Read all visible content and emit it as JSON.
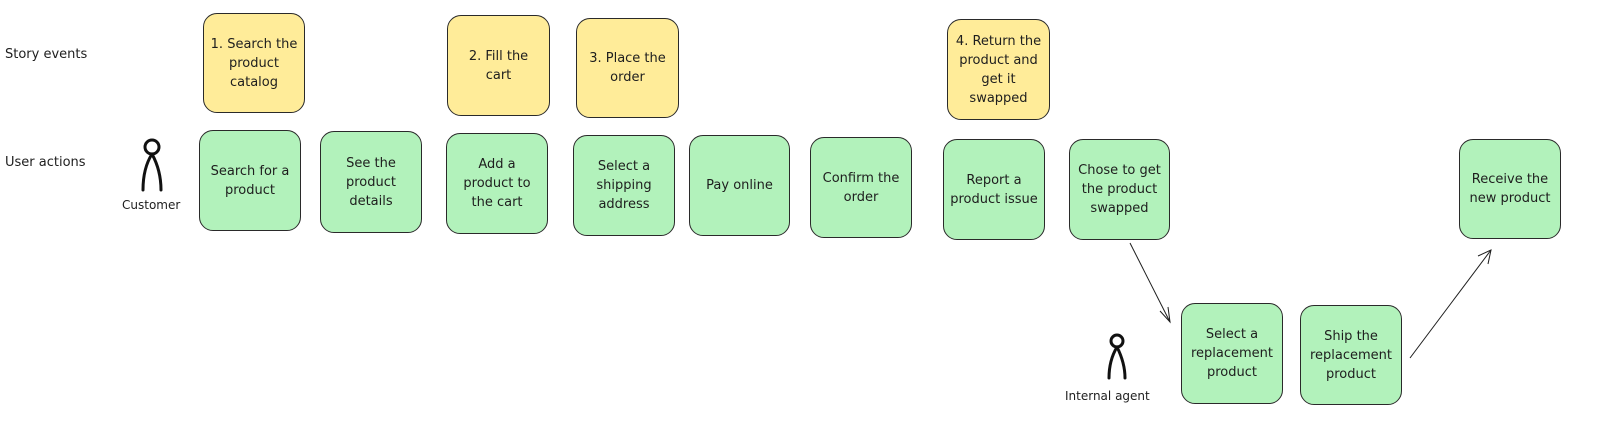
{
  "lanes": {
    "story_events": "Story events",
    "user_actions": "User actions"
  },
  "actors": {
    "customer": "Customer",
    "agent": "Internal agent"
  },
  "story_events": [
    "1. Search the\nproduct\ncatalog",
    "2. Fill the\ncart",
    "3. Place the\norder",
    "4. Return the\nproduct and\nget it\nswapped"
  ],
  "user_actions": [
    "Search for a\nproduct",
    "See the\nproduct\ndetails",
    "Add a\nproduct to\nthe cart",
    "Select a\nshipping\naddress",
    "Pay online",
    "Confirm the\norder",
    "Report a\nproduct issue",
    "Chose to get\nthe product\nswapped",
    "Receive the\nnew product"
  ],
  "agent_actions": [
    "Select a\nreplacement\nproduct",
    "Ship the\nreplacement\nproduct"
  ],
  "colors": {
    "story": "#ffec99",
    "action": "#b2f2bb",
    "stroke": "#1e1e1e"
  }
}
